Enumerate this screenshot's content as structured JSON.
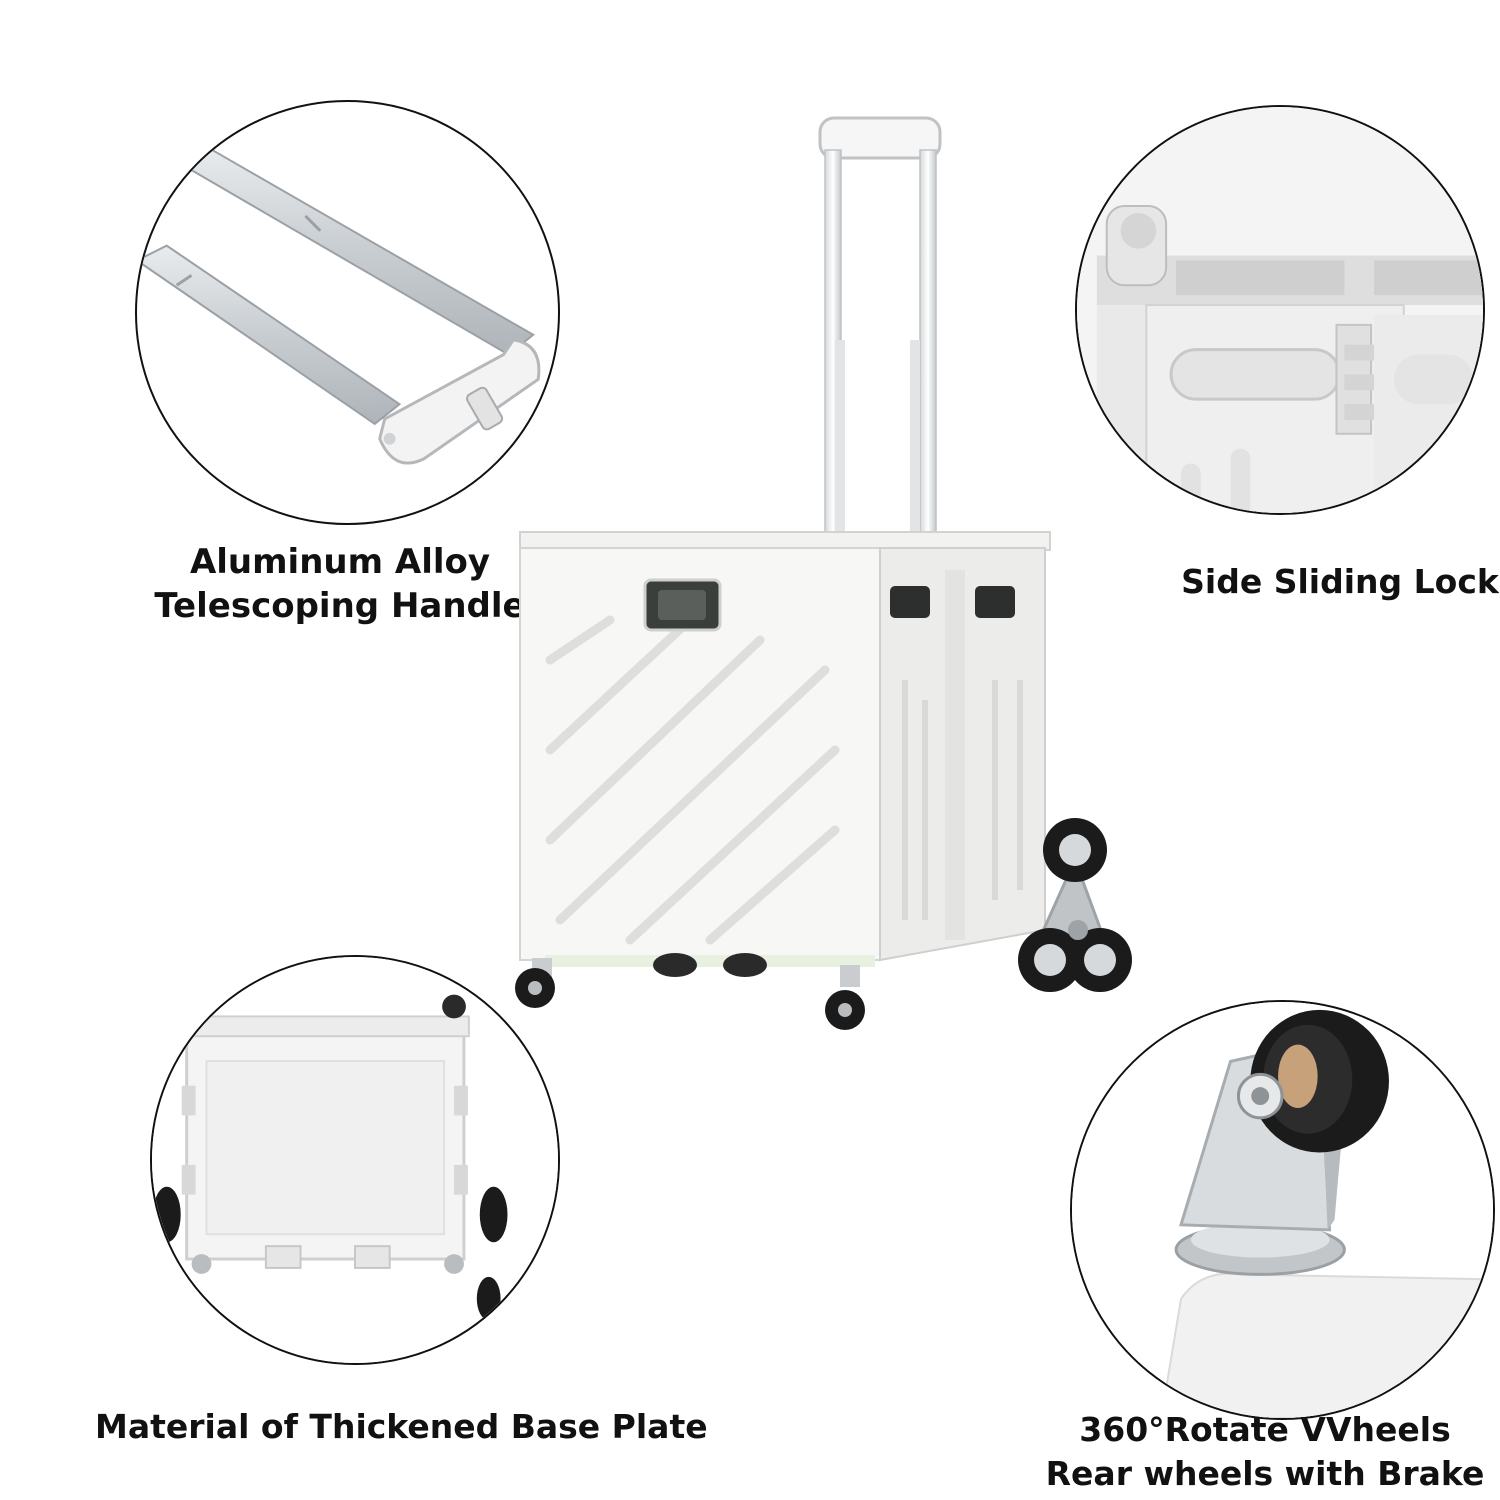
{
  "features": [
    {
      "id": "handle",
      "label_line1": "Aluminum Alloy",
      "label_line2": "Telescoping Handle"
    },
    {
      "id": "lock",
      "label_line1": "Side Sliding Lock"
    },
    {
      "id": "base",
      "label_line1": "Material of Thickened Base Plate"
    },
    {
      "id": "wheels",
      "label_line1": "360°Rotate VVheels",
      "label_line2": "Rear wheels with Brake"
    }
  ],
  "colors": {
    "body": "#f4f4f2",
    "outline": "#111111",
    "shade": "#dcdcda",
    "metal": "#c9cdd0",
    "tire": "#1b1b1b"
  }
}
